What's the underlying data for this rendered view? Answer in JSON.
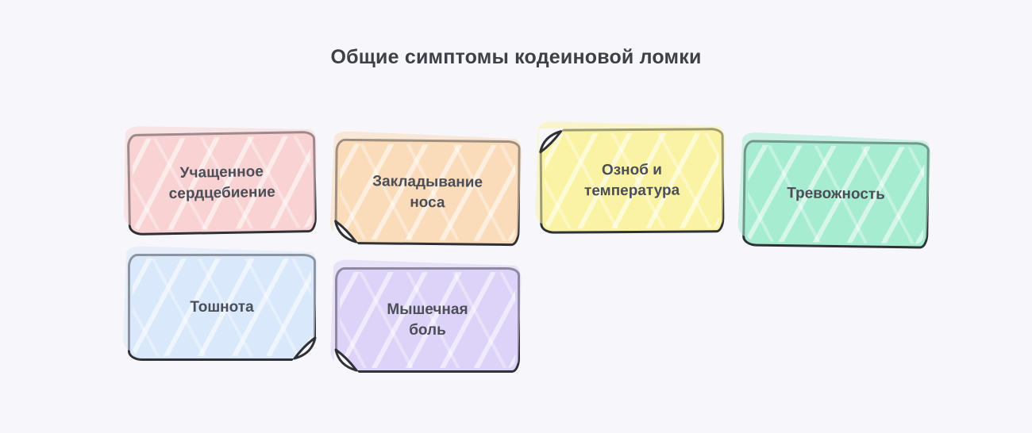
{
  "page": {
    "background": "#f7f7fb",
    "border_color": "#2f3136",
    "text_color": "#4b4e56"
  },
  "title": "Общие симптомы кодеиновой ломки",
  "cards": [
    {
      "label": "Учащенное сердцебиение",
      "color": "#f9d3d3"
    },
    {
      "label": "Закладывание носа",
      "color": "#fbdcba"
    },
    {
      "label": "Озноб и температура",
      "color": "#fbf3a4"
    },
    {
      "label": "Тревожность",
      "color": "#a5ecd1"
    },
    {
      "label": "Тошнота",
      "color": "#d9e8fa"
    },
    {
      "label": "Мышечная боль",
      "color": "#ddd2f8"
    }
  ]
}
